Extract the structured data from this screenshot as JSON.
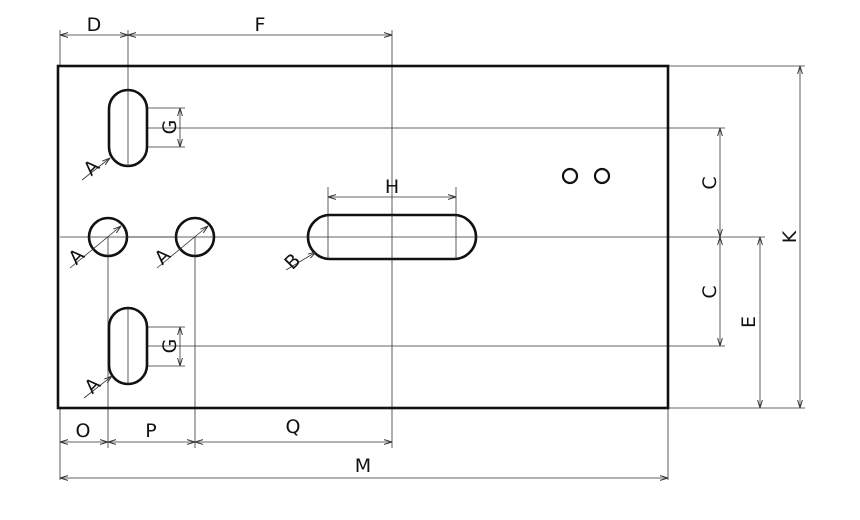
{
  "dimension_labels": {
    "D": "D",
    "F": "F",
    "G_top": "G",
    "G_bottom": "G",
    "H": "H",
    "C_top": "C",
    "C_bottom": "C",
    "K": "K",
    "E": "E",
    "O": "O",
    "P": "P",
    "Q": "Q",
    "M": "M"
  },
  "callout_labels": {
    "slot_top": "A",
    "hole_left": "A",
    "hole_mid": "A",
    "slot_long": "B",
    "slot_bottom": "A"
  },
  "colors": {
    "outline": "#111111",
    "dimension_line": "#333333",
    "background": "#ffffff"
  }
}
